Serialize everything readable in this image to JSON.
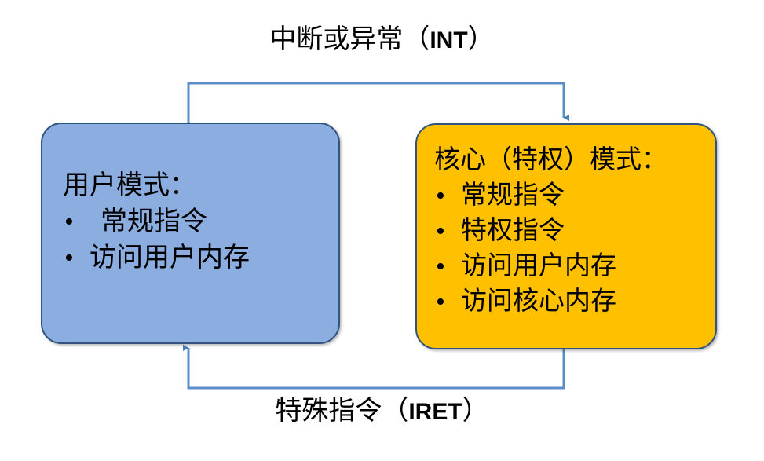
{
  "diagram": {
    "title": "CPU mode switching diagram",
    "colors": {
      "user_box_fill": "#8CADE0",
      "kernel_box_fill": "#FFC000",
      "box_border": "#31537F",
      "connector": "#5B8DCB",
      "text": "#000000",
      "background": "#FFFFFF"
    },
    "edges": [
      {
        "id": "int",
        "label_cjk": "中断或异常（",
        "label_latin": "INT",
        "label_close": "）",
        "label_full": "中断或异常（INT）",
        "direction": "user-to-kernel",
        "position": "top"
      },
      {
        "id": "iret",
        "label_cjk": "特殊指令（",
        "label_latin": "IRET",
        "label_close": "）",
        "label_full": "特殊指令（IRET）",
        "direction": "kernel-to-user",
        "position": "bottom"
      }
    ],
    "nodes": [
      {
        "id": "user-mode",
        "title": "用户模式：",
        "bullets": [
          "常规指令",
          "访问用户内存"
        ],
        "fill": "#8CADE0"
      },
      {
        "id": "kernel-mode",
        "title": "核心（特权）模式：",
        "bullets": [
          "常规指令",
          "特权指令",
          "访问用户内存",
          "访问核心内存"
        ],
        "fill": "#FFC000"
      }
    ],
    "bullet_glyph": "•"
  }
}
